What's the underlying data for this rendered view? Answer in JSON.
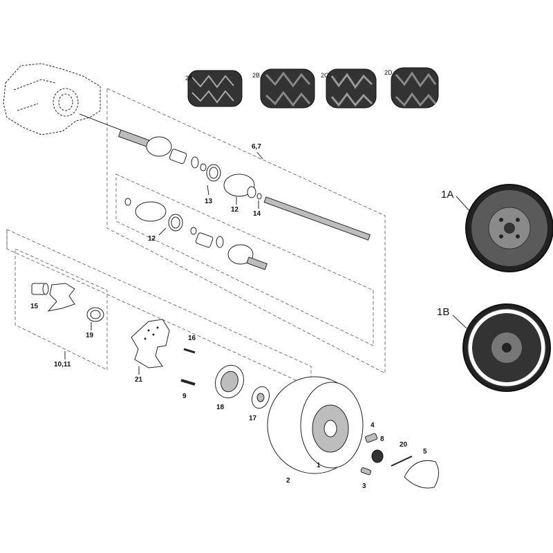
{
  "labels": {
    "p1": "1",
    "p1a": "1A",
    "p1b": "1B",
    "p2": "2",
    "p2a": "2A",
    "p2b": "2B",
    "p2c": "2C",
    "p2d": "2D",
    "p3": "3",
    "p4": "4",
    "p5": "5",
    "p67": "6,7",
    "p8": "8",
    "p9": "9",
    "p1011": "10,11",
    "p12a": "12",
    "p12b": "12",
    "p13": "13",
    "p14": "14",
    "p15": "15",
    "p16": "16",
    "p17": "17",
    "p18": "18",
    "p19": "19",
    "p20": "20",
    "p21": "21"
  }
}
